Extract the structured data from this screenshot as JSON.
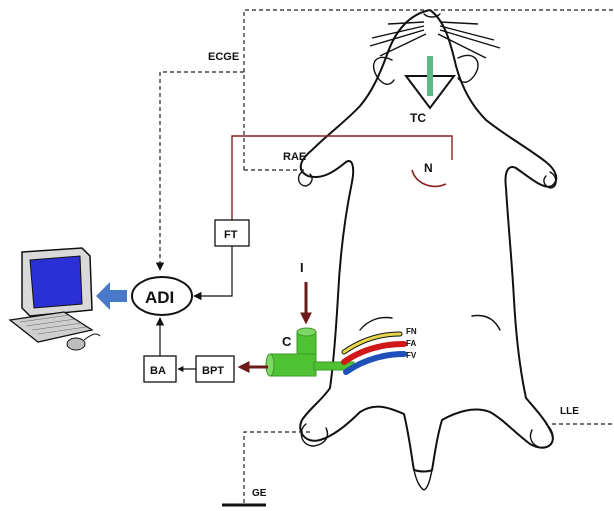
{
  "labels": {
    "ecge": "ECGE",
    "tc": "TC",
    "rae": "RAE",
    "n": "N",
    "ft": "FT",
    "adi": "ADI",
    "i": "I",
    "c": "C",
    "fn": "FN",
    "fa": "FA",
    "fv": "FV",
    "bpt": "BPT",
    "ba": "BA",
    "lle": "LLE",
    "ge": "GE"
  },
  "colors": {
    "catheter": "#4fc234",
    "artery": "#d11818",
    "vein": "#1f4fb8",
    "nerve": "#e7d64a",
    "pressure_line": "#7a1f1f",
    "computer_screen": "#2b2fd6",
    "transfer_arrow": "#4a78c8",
    "thermocouple": "#5fb88a"
  }
}
